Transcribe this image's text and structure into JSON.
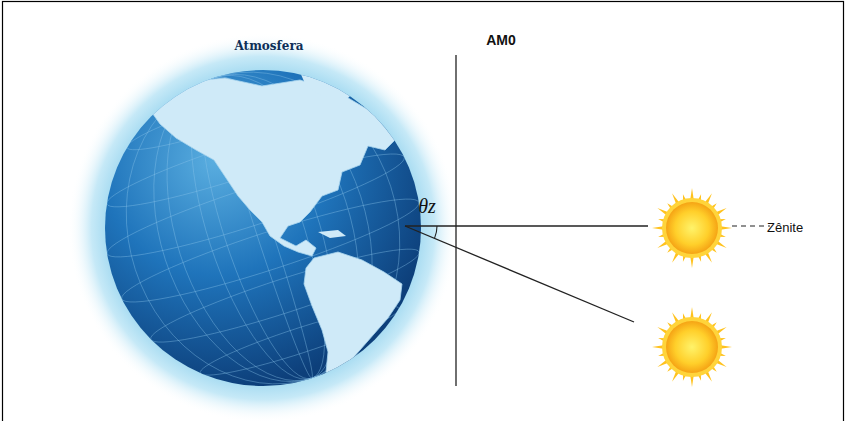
{
  "diagram": {
    "labels": [
      "Atmosfera",
      "AM0",
      "θz",
      "Zênite"
    ]
  }
}
